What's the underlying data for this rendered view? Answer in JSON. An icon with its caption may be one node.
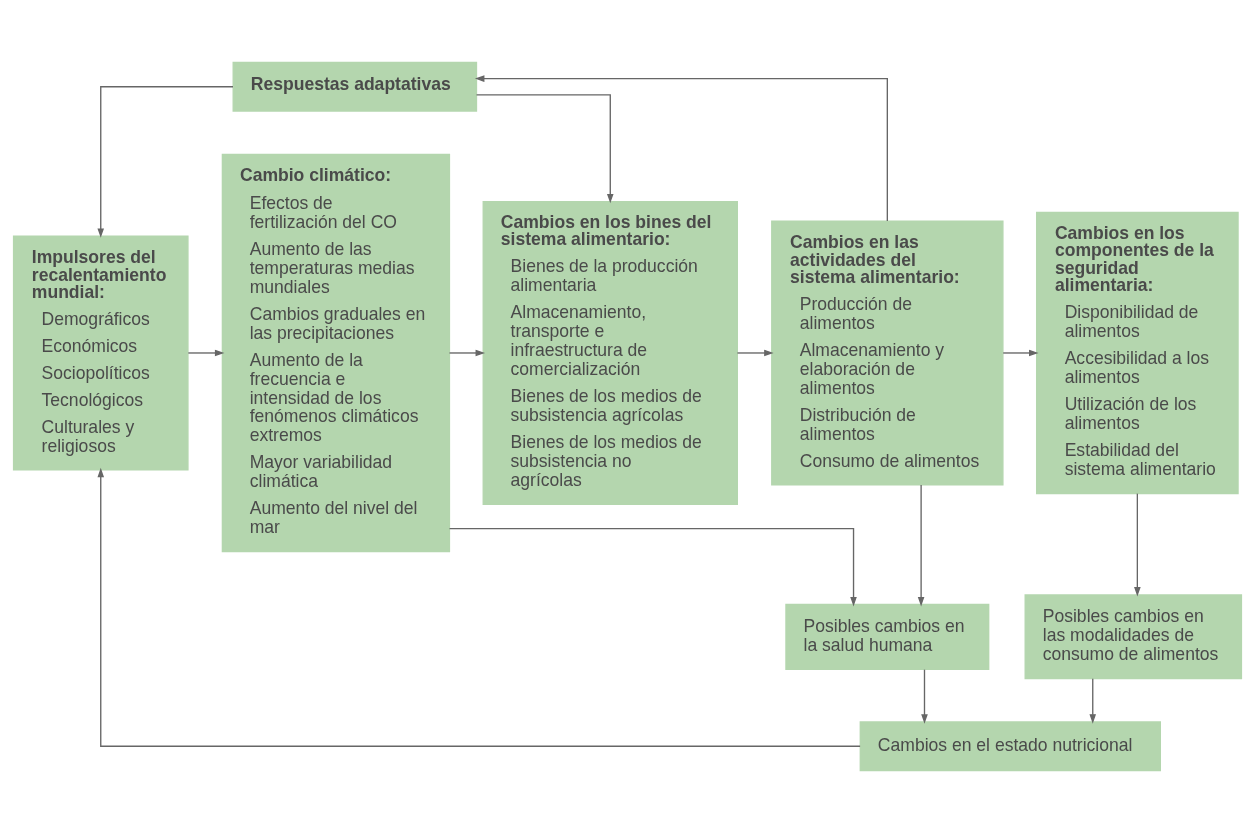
{
  "diagram": {
    "nodes": [
      {
        "text": [
          "Respuestas adaptativas"
        ]
      },
      {
        "text": [
          "Impulsores del recalentamiento mundial:",
          "Demográficos",
          "Económicos",
          "Sociopolíticos",
          "Tecnológicos",
          "Culturales y religiosos"
        ]
      },
      {
        "text": [
          "Cambio climático:",
          "Efectos de fertilización del CO",
          "Aumento de las temperaturas medias mundiales",
          "Cambios graduales en las precipitaciones",
          "Aumento de la frecuencia e intensidad de los fenómenos climáticos extremos",
          "Mayor variabilidad climática",
          "Aumento del nivel del mar"
        ]
      },
      {
        "text": [
          "Cambios en los bines del sistema alimentario:",
          "Bienes de la producción alimentaria",
          "Almacenamiento, transporte e infraestructura de comercialización",
          "Bienes de los medios de subsistencia agrícolas",
          "Bienes de los medios de subsistencia no agrícolas"
        ]
      },
      {
        "text": [
          "Cambios en las actividades del sistema alimentario:",
          "Producción de alimentos",
          "Almacenamiento y elaboración de alimentos",
          "Distribución de alimentos",
          "Consumo de alimentos"
        ]
      },
      {
        "text": [
          "Cambios en los componentes de la seguridad alimentaria:",
          "Disponibilidad de alimentos",
          "Accesibilidad a los alimentos",
          "Utilización de los alimentos",
          "Estabilidad del sistema alimentario"
        ]
      },
      {
        "text": [
          "Posibles cambios en la salud humana"
        ]
      },
      {
        "text": [
          "Posibles cambios en las modalidades de consumo de alimentos"
        ]
      },
      {
        "text": [
          "Cambios en el estado nutricional"
        ]
      }
    ],
    "edges": [
      {
        "from": 0,
        "to": 1,
        "arrow": "to"
      },
      {
        "from": 0,
        "to": 3,
        "arrow": "to"
      },
      {
        "from": 4,
        "to": 0,
        "arrow": "to"
      },
      {
        "from": 1,
        "to": 2,
        "arrow": "to"
      },
      {
        "from": 2,
        "to": 3,
        "arrow": "to"
      },
      {
        "from": 3,
        "to": 4,
        "arrow": "to"
      },
      {
        "from": 4,
        "to": 5,
        "arrow": "to"
      },
      {
        "from": 4,
        "to": 6,
        "arrow": "to"
      },
      {
        "from": 2,
        "to": 6,
        "arrow": "to"
      },
      {
        "from": 5,
        "to": 7,
        "arrow": "to"
      },
      {
        "from": 6,
        "to": 8,
        "arrow": "to"
      },
      {
        "from": 7,
        "to": 8,
        "arrow": "to"
      },
      {
        "from": 8,
        "to": 1,
        "arrow": "to"
      }
    ]
  }
}
